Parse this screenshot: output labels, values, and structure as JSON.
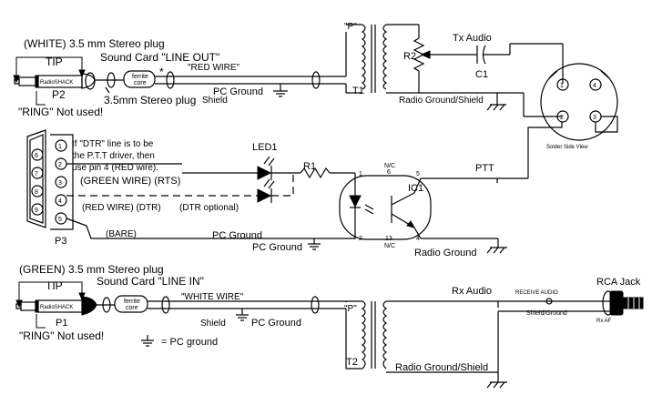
{
  "labels": {
    "white_plug": "(WHITE) 3.5 mm Stereo plug",
    "tip_top": "TIP",
    "sc_line_out": "Sound Card \"LINE OUT\"",
    "ferrite": "ferrite\ncore",
    "red_wire": "\"RED WIRE\"",
    "stereo_plug_2": "3.5mm Stereo plug",
    "ring_not_used_top": "\"RING\" Not used!",
    "p2": "P2",
    "shield_top": "Shield",
    "pc_ground_top": "PC Ground",
    "p_top": "\"P\"",
    "t1": "T1",
    "r2": "R2",
    "tx_audio": "Tx Audio",
    "c1": "C1",
    "radio_ground_shield_top": "Radio Ground/Shield",
    "solder_side_view": "Solder Side View",
    "dtr_note_1": "If \"DTR\" line is to be",
    "dtr_note_2": "the P.T.T driver, then",
    "dtr_note_3": "use pin 4 (RED wire).",
    "green_wire_rts": "(GREEN WIRE) (RTS)",
    "red_wire_dtr": "(RED WIRE) (DTR)",
    "dtr_optional": "(DTR optional)",
    "led1": "LED1",
    "r1": "R1",
    "ic1": "IC1",
    "ptt": "PTT",
    "bare": "(BARE)",
    "pc_ground_mid": "PC Ground",
    "pc_ground_mid2": "PC Ground",
    "radio_ground_mid": "Radio Ground",
    "p3": "P3",
    "nc_a": "N/C",
    "nc_b": "N/C",
    "pin_1": "1",
    "pin_2": "2",
    "pin_4": "4",
    "pin_5": "5",
    "pin_6": "6",
    "pin_13": "13",
    "green_plug": "(GREEN) 3.5 mm Stereo plug",
    "tip_bottom": "TIP",
    "sc_line_in": "Sound Card \"LINE IN\"",
    "white_wire": "\"WHITE WIRE\"",
    "p1": "P1",
    "ring_not_used_bottom": "\"RING\" Not used!",
    "shield_bottom": "Shield",
    "pc_ground_bottom": "PC Ground",
    "pc_ground_legend": "= PC ground",
    "p_bottom": "\"P\"",
    "t2": "T2",
    "rx_audio": "Rx Audio",
    "receive_audio": "RECEIVE AUDIO",
    "shield_ground": "Shield/Ground",
    "rca_jack": "RCA Jack",
    "rx_af": "Rx AF",
    "radio_ground_shield_bottom": "Radio Ground/Shield",
    "plug_text": "RadioSHACK",
    "star": "*",
    "db9_pins": [
      "6",
      "7",
      "8",
      "9",
      "1",
      "2",
      "3",
      "4",
      "5"
    ],
    "mic_pins": [
      "1",
      "2",
      "3",
      "4"
    ]
  }
}
